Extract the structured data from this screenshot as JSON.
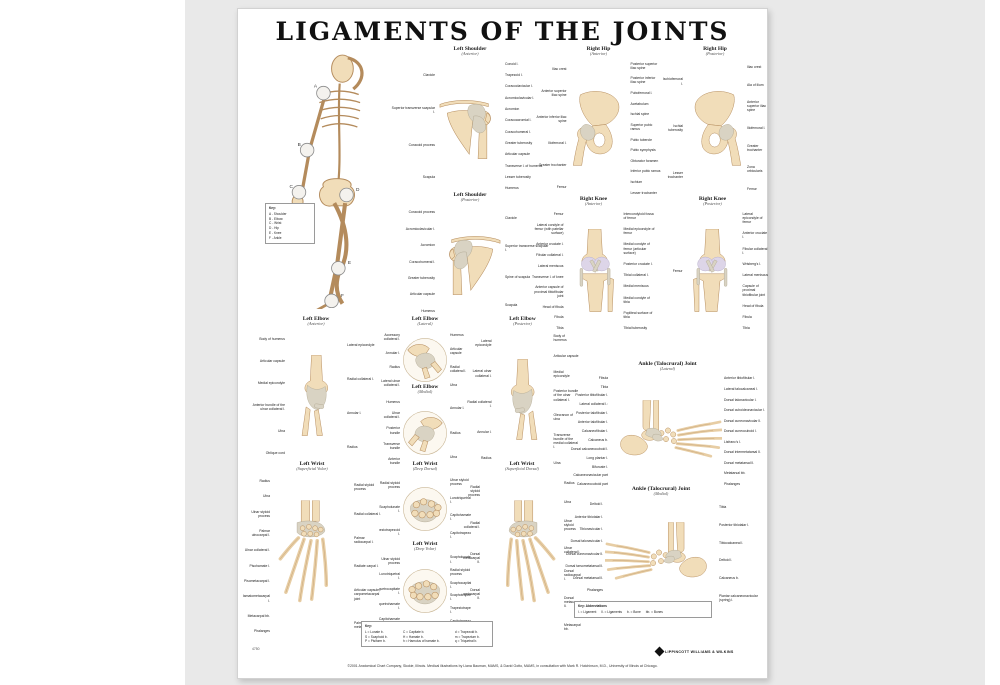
{
  "poster": {
    "title": "LIGAMENTS OF THE JOINTS",
    "item_number": "4750",
    "copyright": "©2001 Anatomical Chart Company, Skokie, Illinois. Medical illustrations by Liana Bauman, MAMS, & David Gotto, MAMS, in consultation with Mark R. Hutchinson, M.D., University of Illinois at Chicago.",
    "publisher": "LIPPINCOTT WILLIAMS & WILKINS"
  },
  "colors": {
    "background": "#e9e9e9",
    "paper": "#ffffff",
    "bone": "#f1ddb9",
    "bone_outline": "#b48b5c",
    "ligament": "#d9d3c3",
    "cartilage": "#ddd5e8"
  },
  "figure": {
    "joint_letters": [
      "A",
      "B",
      "C",
      "D",
      "E",
      "F"
    ],
    "key_title": "Key:",
    "key_items": [
      "A - Shoulder",
      "B - Elbow",
      "C - Wrist",
      "D - Hip",
      "E - Knee",
      "F - Ankle"
    ]
  },
  "panels": {
    "shoulder_ant": {
      "title": "Left Shoulder",
      "subtitle": "(Anterior)",
      "labels_left": [
        "Clavicle",
        "Superior transverse scapular l.",
        "Coracoid process",
        "Scapula"
      ],
      "labels_right": [
        "Conoid l.",
        "Trapezoid l.",
        "Coracoclavicular l.",
        "Acromioclavicular l.",
        "Acromion",
        "Coracoacromial l.",
        "Coracohumeral l.",
        "Greater tuberosity",
        "Articular capsule",
        "Transverse l. of humerus",
        "Lesser tuberosity",
        "Humerus"
      ]
    },
    "shoulder_post": {
      "title": "Left Shoulder",
      "subtitle": "(Posterior)",
      "labels_left": [
        "Coracoid process",
        "Acromioclavicular l.",
        "Acromion",
        "Coracohumeral l.",
        "Greater tuberosity",
        "Articular capsule",
        "Humerus"
      ],
      "labels_right": [
        "Clavicle",
        "Superior transverse scapular l.",
        "Spine of scapula",
        "Scapula"
      ]
    },
    "hip_ant": {
      "title": "Right Hip",
      "subtitle": "(Anterior)",
      "labels_left": [
        "Iliac crest",
        "Anterior superior iliac spine",
        "Anterior inferior iliac spine",
        "Iliofemoral l.",
        "Greater trochanter",
        "Femur"
      ],
      "labels_right": [
        "Posterior superior iliac spine",
        "Posterior inferior iliac spine",
        "Pubofemoral l.",
        "Acetabulum",
        "Ischial spine",
        "Superior pubic ramus",
        "Pubic tubercle",
        "Pubic symphysis",
        "Obturator foramen",
        "Inferior pubic ramus",
        "Ischium",
        "Lesser trochanter"
      ]
    },
    "hip_post": {
      "title": "Right Hip",
      "subtitle": "(Posterior)",
      "labels_left": [
        "Ischiofemoral l.",
        "Ischial tuberosity",
        "Lesser trochanter"
      ],
      "labels_right": [
        "Iliac crest",
        "Ala of ilium",
        "Anterior superior iliac spine",
        "Iliofemoral l.",
        "Greater trochanter",
        "Zona orbicularis",
        "Femur"
      ]
    },
    "knee_ant": {
      "title": "Right Knee",
      "subtitle": "(Anterior)",
      "labels_left": [
        "Femur",
        "Lateral condyle of femur (with patellar surface)",
        "Anterior cruciate l.",
        "Fibular collateral l.",
        "Lateral meniscus",
        "Transverse l. of knee",
        "Anterior capsule of proximal tibiofibular joint",
        "Head of fibula",
        "Fibula",
        "Tibia"
      ],
      "labels_right": [
        "Intercondyloid fossa of femur",
        "Medial epicondyle of femur",
        "Medial condyle of femur (articular surface)",
        "Posterior cruciate l.",
        "Tibial collateral l.",
        "Medial meniscus",
        "Medial condyle of tibia",
        "Popliteal surface of tibia",
        "Tibial tuberosity"
      ]
    },
    "knee_post": {
      "title": "Right Knee",
      "subtitle": "(Posterior)",
      "labels_left": [
        "Femur"
      ],
      "labels_right": [
        "Lateral epicondyle of femur",
        "Anterior cruciate l.",
        "Fibular collateral l.",
        "Wrisberg's l.",
        "Lateral meniscus",
        "Capsule of proximal tibiofibular joint",
        "Head of fibula",
        "Fibula",
        "Tibia"
      ]
    },
    "elbow_ant": {
      "title": "Left Elbow",
      "subtitle": "(Anterior)",
      "labels_left": [
        "Body of humerus",
        "Articular capsule",
        "Medial epicondyle",
        "Anterior bundle of the ulnar collateral l.",
        "Ulna",
        "Oblique cord"
      ],
      "labels_right": [
        "Lateral epicondyle",
        "Radial collateral l.",
        "Annular l.",
        "Radius"
      ]
    },
    "elbow_lat": {
      "title": "Left Elbow",
      "subtitle": "(Lateral)",
      "labels_left": [
        "Accessory collateral l.",
        "Annular l.",
        "Radius",
        "Lateral ulnar collateral l."
      ],
      "labels_right": [
        "Humerus",
        "Articular capsule",
        "Radial collateral l.",
        "Ulna"
      ]
    },
    "elbow_med": {
      "title": "Left Elbow",
      "subtitle": "(Medial)",
      "labels_left": [
        "Humerus",
        "Ulnar collateral l.",
        "Posterior bundle",
        "Transverse bundle",
        "Anterior bundle"
      ],
      "labels_right": [
        "Annular l.",
        "Radius",
        "Ulna"
      ]
    },
    "elbow_post": {
      "title": "Left Elbow",
      "subtitle": "(Posterior)",
      "labels_left": [
        "Lateral epicondyle",
        "Lateral ulnar collateral l.",
        "Radial collateral l.",
        "Annular l.",
        "Radius"
      ],
      "labels_right": [
        "Body of humerus",
        "Articular capsule",
        "Medial epicondyle",
        "Posterior bundle of the ulnar collateral l.",
        "Olecranon of ulna",
        "Transverse bundle of the medial collateral l.",
        "Ulna"
      ]
    },
    "ankle_lat": {
      "title": "Ankle (Talocrural) Joint",
      "subtitle": "(Lateral)",
      "labels_left": [
        "Fibula",
        "Tibia",
        "Posterior tibiofibular l.",
        "Lateral collateral l.:",
        "Posterior talofibular l.",
        "Anterior talofibular l.",
        "Calcaneofibular l.",
        "Calcaneus b.",
        "Dorsal calcaneocuboid l.",
        "Long plantar l.",
        "Bifurcate l.",
        "Calcaneonavicular part",
        "Calcaneocuboid part"
      ],
      "labels_right": [
        "Anterior tibiofibular l.",
        "Lateral talocalcaneal l.",
        "Dorsal talonavicular l.",
        "Dorsal cuboideonavicular l.",
        "Dorsal cuneonavicular ll.",
        "Dorsal cuneocuboid l.",
        "Lisfranc's l.",
        "Dorsal intermetatarsal ll.",
        "Dorsal metatarsal ll.",
        "Metatarsal bb.",
        "Phalanges"
      ]
    },
    "ankle_med": {
      "title": "Ankle (Talocrural) Joint",
      "subtitle": "(Medial)",
      "labels_left": [
        "Deltoid l.",
        "Anterior tibiotalar l.",
        "Tibionavicular l.",
        "Dorsal talonavicular l.",
        "Dorsal cuneonavicular ll.",
        "Dorsal tarsometatarsal ll.",
        "Dorsal metatarsal ll.",
        "Phalanges",
        "Metatarsal bb."
      ],
      "labels_right": [
        "Tibia",
        "Posterior tibiotalar l.",
        "Tibiocalcaneal l.",
        "Deltoid l.",
        "Calcaneus b.",
        "Plantar calcaneonavicular (spring) l."
      ]
    },
    "wrist_sv": {
      "title": "Left Wrist",
      "subtitle": "(Superficial Volar)",
      "labels_left": [
        "Radius",
        "Ulna",
        "Ulnar styloid process",
        "Palmar ulnocarpal l.",
        "Ulnar collateral l.",
        "Pisohamate l.",
        "Pisometacarpal l.",
        "Hamatometacarpal l.",
        "Metacarpal bb.",
        "Phalanges"
      ],
      "labels_right": [
        "Radial styloid process",
        "Radial collateral l.",
        "Palmar radiocarpal l.",
        "Radiate carpal l.",
        "Articular capsule, carpometacarpal joint",
        "Palmar metacarpal ll."
      ]
    },
    "wrist_dd": {
      "title": "Left Wrist",
      "subtitle": "(Deep Dorsal)",
      "labels_left": [
        "Radial styloid process",
        "Scapholunate l.",
        "Trapeziotrapezoid l."
      ],
      "labels_right": [
        "Ulnar styloid process",
        "Lunotriquetral l.",
        "Capitohamate l.",
        "Capitotrapezoid l."
      ]
    },
    "wrist_dv": {
      "title": "Left Wrist",
      "subtitle": "(Deep Volar)",
      "labels_left": [
        "Ulnar styloid process",
        "Lunotriquetral l.",
        "Triquetrocapitate l.",
        "Triquetrohamate l.",
        "Capitohamate l."
      ],
      "labels_right": [
        "Scapholunate l.",
        "Radial styloid process",
        "Scaphocapitate l.",
        "Scaphotrapezium l.",
        "Trapeziotrapezoid l.",
        "Capitotrapezoid l."
      ]
    },
    "wrist_sd": {
      "title": "Left Wrist",
      "subtitle": "(Superficial Dorsal)",
      "labels_left": [
        "Radial styloid process",
        "Radial collateral l.",
        "Dorsal carpometacarpal ll.",
        "Dorsal metacarpal ll.",
        "Phalanges"
      ],
      "labels_right": [
        "Radius",
        "Ulna",
        "Ulnar styloid process",
        "Ulnar collateral l.",
        "Dorsal radiocarpal l.",
        "Dorsal metacarpal ll.",
        "Metacarpal bb."
      ]
    }
  },
  "keys": {
    "abbrev": {
      "title": "Key: Abbreviations",
      "items": [
        "l. = Ligament",
        "ll. = Ligaments",
        "b. = Bone",
        "bb. = Bones"
      ]
    },
    "carpal": {
      "title": "Key:",
      "items": [
        "L = Lunate b.",
        "S = Scaphoid b.",
        "P = Pisiform b.",
        "C = Capitate b.",
        "H = Hamate b.",
        "h = Hamulus of hamate b.",
        "d = Trapezoid b.",
        "m = Trapezium b.",
        "q = Triquetral b."
      ]
    }
  }
}
